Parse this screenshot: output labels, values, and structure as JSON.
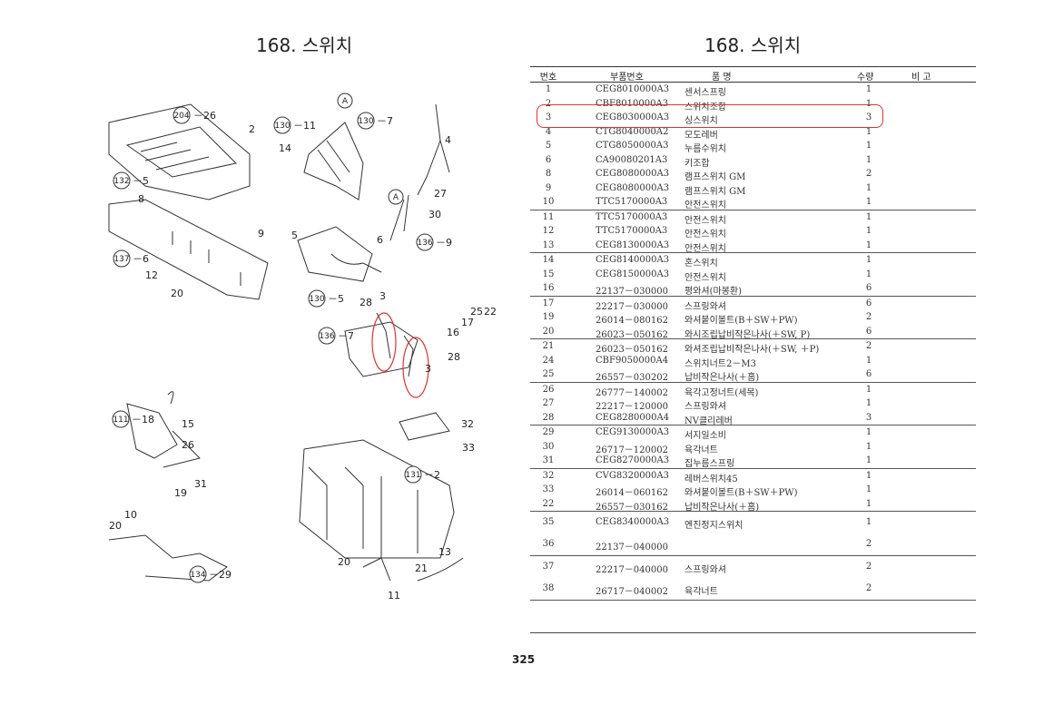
{
  "page": {
    "title_left": "168. 스위치",
    "title_right": "168. 스위치",
    "page_number": "325"
  },
  "table": {
    "headers": {
      "no": "번호",
      "part": "부품번호",
      "name": "품     명",
      "qty": "수량",
      "remark": "비   고"
    },
    "groups": [
      [
        {
          "no": "1",
          "part": "CEG8010000A3",
          "name": "센서스프링",
          "qty": "1"
        },
        {
          "no": "2",
          "part": "CBF8010000A3",
          "name": "스위치조합",
          "qty": "1"
        },
        {
          "no": "3",
          "part": "CEG8030000A3",
          "name": "싱스위치",
          "qty": "3"
        },
        {
          "no": "4",
          "part": "CTG8040000A2",
          "name": "모도레버",
          "qty": "1"
        },
        {
          "no": "5",
          "part": "CTG8050000A3",
          "name": "누름수위치",
          "qty": "1"
        },
        {
          "no": "6",
          "part": "CA90080201A3",
          "name": "키조합",
          "qty": "1"
        },
        {
          "no": "8",
          "part": "CEG8080000A3",
          "name": "램프스위치 GM",
          "qty": "2"
        },
        {
          "no": "9",
          "part": "CEG8080000A3",
          "name": "램프스위치 GM",
          "qty": "1"
        },
        {
          "no": "10",
          "part": "TTC5170000A3",
          "name": "안전스위치",
          "qty": "1"
        }
      ],
      [
        {
          "no": "11",
          "part": "TTC5170000A3",
          "name": "안전스위치",
          "qty": "1"
        },
        {
          "no": "12",
          "part": "TTC5170000A3",
          "name": "안전스위치",
          "qty": "1"
        },
        {
          "no": "13",
          "part": "CEG8130000A3",
          "name": "안전스위치",
          "qty": "1"
        }
      ],
      [
        {
          "no": "14",
          "part": "CEG8140000A3",
          "name": "혼스위치",
          "qty": "1"
        },
        {
          "no": "15",
          "part": "CEG8150000A3",
          "name": "안전스위치",
          "qty": "1"
        },
        {
          "no": "16",
          "part": "22137－030000",
          "name": "평와셔(마봉환)",
          "qty": "6"
        }
      ],
      [
        {
          "no": "17",
          "part": "22217－030000",
          "name": "스프링와셔",
          "qty": "6"
        },
        {
          "no": "19",
          "part": "26014－080162",
          "name": "와셔붙이볼트(B＋SW＋PW)",
          "qty": "2"
        },
        {
          "no": "20",
          "part": "26023－050162",
          "name": "와시조립납비작은나사(＋SW, P)",
          "qty": "6"
        }
      ],
      [
        {
          "no": "21",
          "part": "26023－050162",
          "name": "와셔조립납비작은나사(＋SW, ＋P)",
          "qty": "2"
        },
        {
          "no": "24",
          "part": "CBF9050000A4",
          "name": "스위치너트2－M3",
          "qty": "1"
        },
        {
          "no": "25",
          "part": "26557－030202",
          "name": "납비작은나사(＋홈)",
          "qty": "6"
        }
      ],
      [
        {
          "no": "26",
          "part": "26777－140002",
          "name": "육각고정너트(세목)",
          "qty": "1"
        },
        {
          "no": "27",
          "part": "22217－120000",
          "name": "스프링와셔",
          "qty": "1"
        },
        {
          "no": "28",
          "part": "CEG8280000A4",
          "name": "NV클리레버",
          "qty": "3"
        }
      ],
      [
        {
          "no": "29",
          "part": "CEG9130000A3",
          "name": "서지일소비",
          "qty": "1"
        },
        {
          "no": "30",
          "part": "26717－120002",
          "name": "육각너트",
          "qty": "1"
        },
        {
          "no": "31",
          "part": "CEG8270000A3",
          "name": "집누름스프링",
          "qty": "1"
        }
      ],
      [
        {
          "no": "32",
          "part": "CVG8320000A3",
          "name": "레버스위치45",
          "qty": "1"
        },
        {
          "no": "33",
          "part": "26014－060162",
          "name": "와셔붙이볼트(B＋SW＋PW)",
          "qty": "1"
        },
        {
          "no": "22",
          "part": "26557－030162",
          "name": "납비작은나사(＋홈)",
          "qty": "1"
        }
      ],
      [
        {
          "no": "35",
          "part": "CEG8340000A3",
          "name": "엔진정지스위치",
          "qty": "1"
        },
        {
          "no": "36",
          "part": "22137－040000",
          "name": "",
          "qty": "2"
        }
      ],
      [
        {
          "no": "37",
          "part": "22217－040000",
          "name": "스프링와셔",
          "qty": "2"
        },
        {
          "no": "38",
          "part": "26717－040002",
          "name": "육각너트",
          "qty": "2"
        }
      ]
    ]
  },
  "diagram": {
    "callouts": [
      {
        "circle": "204",
        "num": "26"
      },
      {
        "num": "2"
      },
      {
        "circle": "130",
        "num": "11"
      },
      {
        "circle": "A"
      },
      {
        "circle": "130",
        "num": "7"
      },
      {
        "num": "14"
      },
      {
        "num": "4"
      },
      {
        "circle": "132",
        "num": "5"
      },
      {
        "num": "8"
      },
      {
        "num": "27"
      },
      {
        "circle": "A"
      },
      {
        "num": "30"
      },
      {
        "num": "9"
      },
      {
        "num": "5"
      },
      {
        "circle": "136",
        "num": "9"
      },
      {
        "num": "6"
      },
      {
        "circle": "137",
        "num": "6"
      },
      {
        "num": "12"
      },
      {
        "num": "20"
      },
      {
        "circle": "130",
        "num": "5"
      },
      {
        "num": "28"
      },
      {
        "num": "3"
      },
      {
        "num": "25"
      },
      {
        "num": "22"
      },
      {
        "num": "17"
      },
      {
        "num": "16"
      },
      {
        "circle": "136",
        "num": "7"
      },
      {
        "num": "28"
      },
      {
        "num": "3"
      },
      {
        "circle": "111",
        "num": "18"
      },
      {
        "num": "15"
      },
      {
        "num": "26"
      },
      {
        "num": "31"
      },
      {
        "num": "19"
      },
      {
        "num": "32"
      },
      {
        "num": "33"
      },
      {
        "circle": "131",
        "num": "2"
      },
      {
        "num": "10"
      },
      {
        "num": "20"
      },
      {
        "circle": "134",
        "num": "29"
      },
      {
        "num": "20"
      },
      {
        "num": "13"
      },
      {
        "num": "21"
      },
      {
        "num": "11"
      }
    ]
  }
}
